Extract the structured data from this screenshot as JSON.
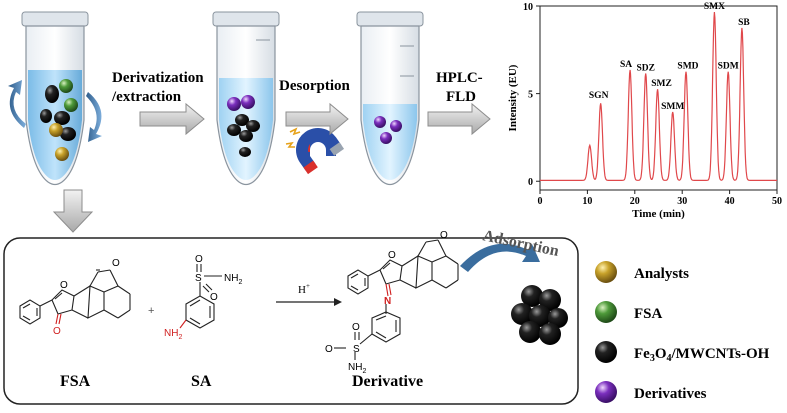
{
  "steps": {
    "derivatization_line1": "Derivatization",
    "derivatization_line2": "/extraction",
    "desorption": "Desorption",
    "hplc_line1": "HPLC-",
    "hplc_line2": "FLD"
  },
  "reaction": {
    "label_fsa": "FSA",
    "label_sa": "SA",
    "label_derivative": "Derivative",
    "arrow_label": "H",
    "arrow_label_sup": "+",
    "plus": "+",
    "atom_o": "O",
    "atom_n": "N",
    "atom_s": "S",
    "atom_nh2": "NH",
    "atom_nh2_sub": "2",
    "adsorption": "Adsorption"
  },
  "legend": [
    {
      "label": "Analysts",
      "color": "#c8a22a"
    },
    {
      "label": "FSA",
      "color": "#4e9a3a"
    },
    {
      "label": "Fe3O4/MWCNTs-OH",
      "color": "#111111"
    },
    {
      "label": "Derivatives",
      "color": "#7b2fbe"
    }
  ],
  "legend_formula": {
    "fe": "Fe",
    "sub3": "3",
    "o": "O",
    "sub4": "4",
    "rest": "/MWCNTs-OH"
  },
  "chart_data": {
    "type": "line",
    "xlabel": "Time (min)",
    "ylabel": "Intensity (EU)",
    "xlim": [
      0,
      50
    ],
    "ylim": [
      -0.5,
      10
    ],
    "xticks": [
      0,
      10,
      20,
      30,
      40,
      50
    ],
    "yticks": [
      0,
      5,
      10
    ],
    "line_color": "#e0484b",
    "peaks": [
      {
        "label": "",
        "x": 10.5,
        "y": 2.0
      },
      {
        "label": "SGN",
        "x": 12.8,
        "y": 4.4
      },
      {
        "label": "SA",
        "x": 19.0,
        "y": 6.3
      },
      {
        "label": "SDZ",
        "x": 22.3,
        "y": 6.1
      },
      {
        "label": "SMZ",
        "x": 24.8,
        "y": 5.2
      },
      {
        "label": "SMM",
        "x": 28.0,
        "y": 3.9
      },
      {
        "label": "SMD",
        "x": 30.8,
        "y": 6.2
      },
      {
        "label": "SMX",
        "x": 36.8,
        "y": 9.6
      },
      {
        "label": "SDM",
        "x": 39.7,
        "y": 6.2
      },
      {
        "label": "SB",
        "x": 42.6,
        "y": 8.7
      }
    ]
  }
}
